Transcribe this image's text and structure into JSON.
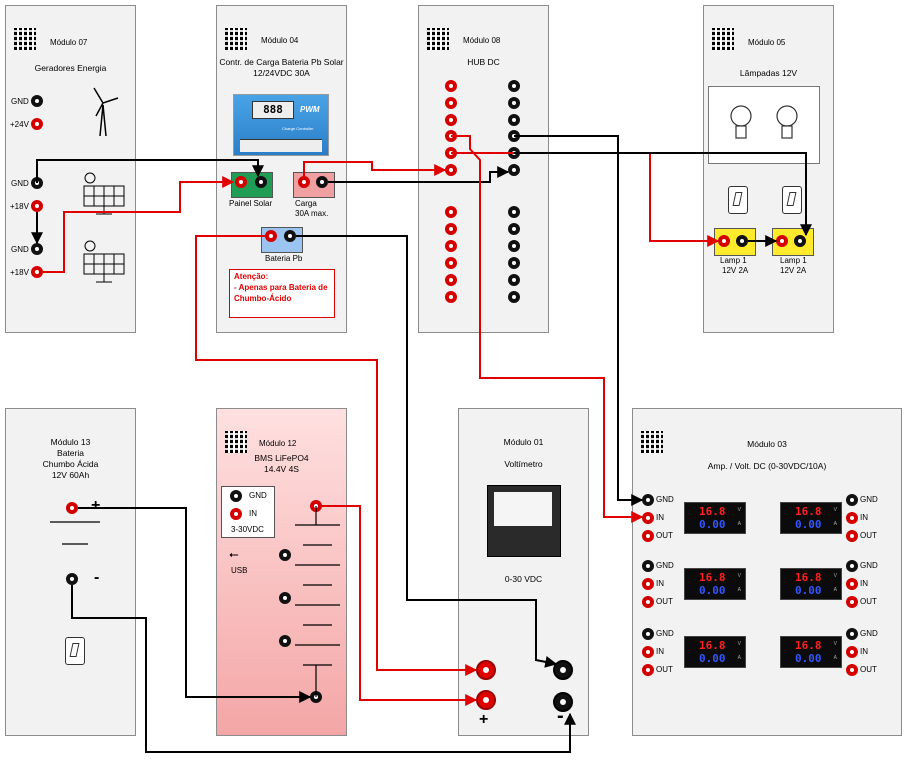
{
  "modules": {
    "m07": {
      "title": "Módulo 07",
      "subtitle": "Geradores Energia",
      "labels": [
        "GND",
        "+24V",
        "GND",
        "+18V",
        "GND",
        "+18V"
      ]
    },
    "m04": {
      "title": "Módulo 04",
      "subtitle1": "Contr. de Carga Bateria Pb Solar",
      "subtitle2": "12/24VDC 30A",
      "controller_display": "888",
      "controller_brand": "PWM",
      "controller_caption": "Charge Controller",
      "panel_label": "Painel Solar",
      "load_label1": "Carga",
      "load_label2": "30A max.",
      "battery_label": "Bateria Pb",
      "warning_title": "Atenção:",
      "warning_line1": "- Apenas para Bateria de",
      "warning_line2": "Chumbo-Ácido"
    },
    "m08": {
      "title": "Módulo 08",
      "subtitle": "HUB DC"
    },
    "m05": {
      "title": "Módulo 05",
      "subtitle": "Lâmpadas 12V",
      "lamp1_line1": "Lamp 1",
      "lamp1_line2": "12V 2A",
      "lamp2_line1": "Lamp 1",
      "lamp2_line2": "12V 2A"
    },
    "m13": {
      "title": "Módulo 13",
      "line1": "Bateria",
      "line2": "Chumbo Ácida",
      "line3": "12V 60Ah",
      "plus": "+",
      "minus": "-"
    },
    "m12": {
      "title": "Módulo 12",
      "line1": "BMS LiFePO4",
      "line2": "14.4V 4S",
      "gnd": "GND",
      "in": "IN",
      "range": "3-30VDC",
      "usb": "USB"
    },
    "m01": {
      "title": "Módulo 01",
      "subtitle": "Voltímetro",
      "range": "0-30 VDC",
      "plus": "+",
      "minus": "-"
    },
    "m03": {
      "title": "Módulo 03",
      "subtitle": "Amp. / Volt. DC (0-30VDC/10A)",
      "gnd": "GND",
      "in": "IN",
      "out": "OUT",
      "display_top": "16.8",
      "display_bottom": "0.00",
      "unit_top": "V",
      "unit_bottom": "A"
    }
  },
  "colors": {
    "wire_red": "#e00000",
    "wire_black": "#000000",
    "module_bg": "#f2f2f2",
    "bms_bg": "#f4a6a6"
  }
}
